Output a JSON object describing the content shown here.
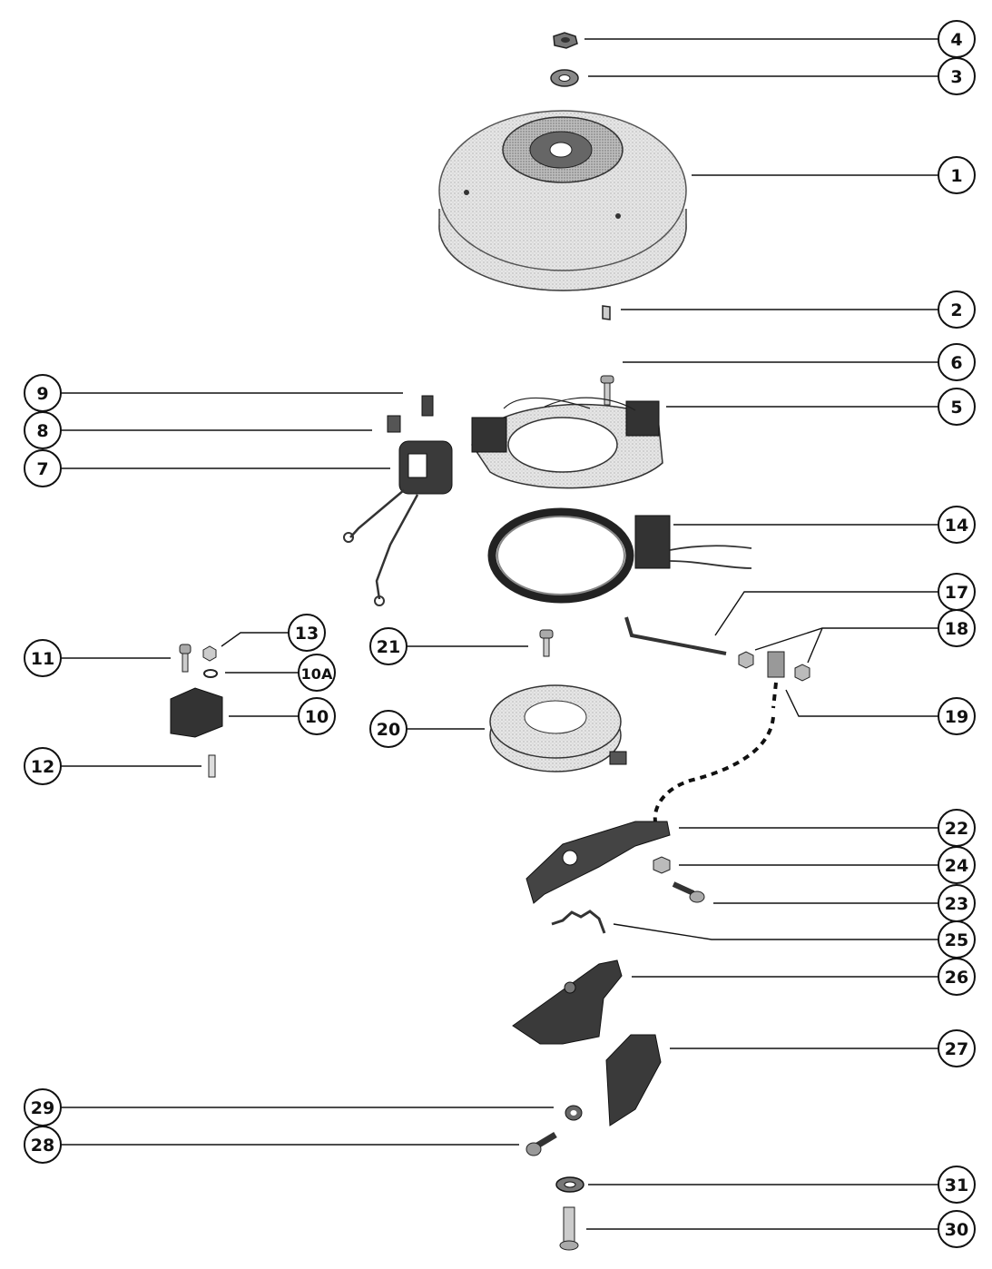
{
  "diagram": {
    "title": "",
    "callouts": [
      {
        "id": "c4",
        "label": "4"
      },
      {
        "id": "c3",
        "label": "3"
      },
      {
        "id": "c1",
        "label": "1"
      },
      {
        "id": "c2",
        "label": "2"
      },
      {
        "id": "c6",
        "label": "6"
      },
      {
        "id": "c9",
        "label": "9"
      },
      {
        "id": "c5",
        "label": "5"
      },
      {
        "id": "c8",
        "label": "8"
      },
      {
        "id": "c7",
        "label": "7"
      },
      {
        "id": "c14",
        "label": "14"
      },
      {
        "id": "c17",
        "label": "17"
      },
      {
        "id": "c18",
        "label": "18"
      },
      {
        "id": "c13",
        "label": "13"
      },
      {
        "id": "c11",
        "label": "11"
      },
      {
        "id": "c21",
        "label": "21"
      },
      {
        "id": "c10A",
        "label": "10A"
      },
      {
        "id": "c19",
        "label": "19"
      },
      {
        "id": "c10",
        "label": "10"
      },
      {
        "id": "c20",
        "label": "20"
      },
      {
        "id": "c12",
        "label": "12"
      },
      {
        "id": "c22",
        "label": "22"
      },
      {
        "id": "c24",
        "label": "24"
      },
      {
        "id": "c23",
        "label": "23"
      },
      {
        "id": "c25",
        "label": "25"
      },
      {
        "id": "c26",
        "label": "26"
      },
      {
        "id": "c27",
        "label": "27"
      },
      {
        "id": "c29",
        "label": "29"
      },
      {
        "id": "c28",
        "label": "28"
      },
      {
        "id": "c31",
        "label": "31"
      },
      {
        "id": "c30",
        "label": "30"
      }
    ],
    "colors": {
      "line": "#111111",
      "part_light": "#d2d2d2",
      "part_dark": "#2a2a2a",
      "part_mid": "#8a8a8a"
    }
  }
}
